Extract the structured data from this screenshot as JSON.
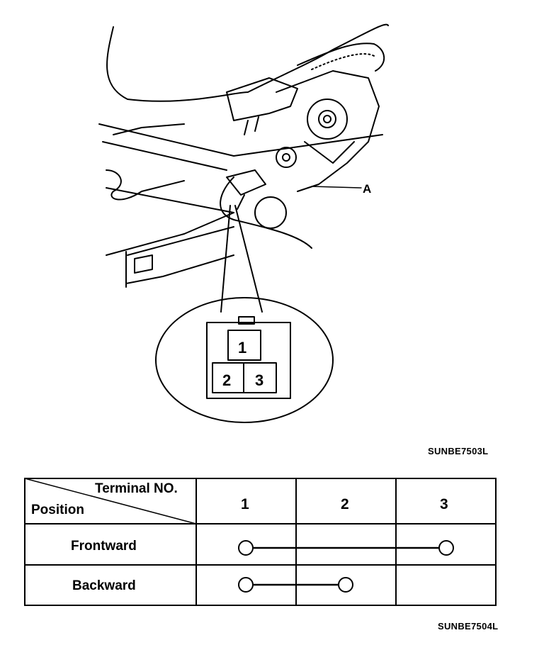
{
  "diagram": {
    "callout_label": "A",
    "connector_pins": [
      "1",
      "2",
      "3"
    ],
    "figure_code_top": "SUNBE7503L",
    "figure_code_bottom": "SUNBE7504L"
  },
  "table": {
    "header_terminal": "Terminal NO.",
    "header_position": "Position",
    "terminals": [
      "1",
      "2",
      "3"
    ],
    "rows": [
      {
        "label": "Frontward",
        "connected_terminals": [
          1,
          3
        ]
      },
      {
        "label": "Backward",
        "connected_terminals": [
          1,
          2
        ]
      }
    ]
  }
}
